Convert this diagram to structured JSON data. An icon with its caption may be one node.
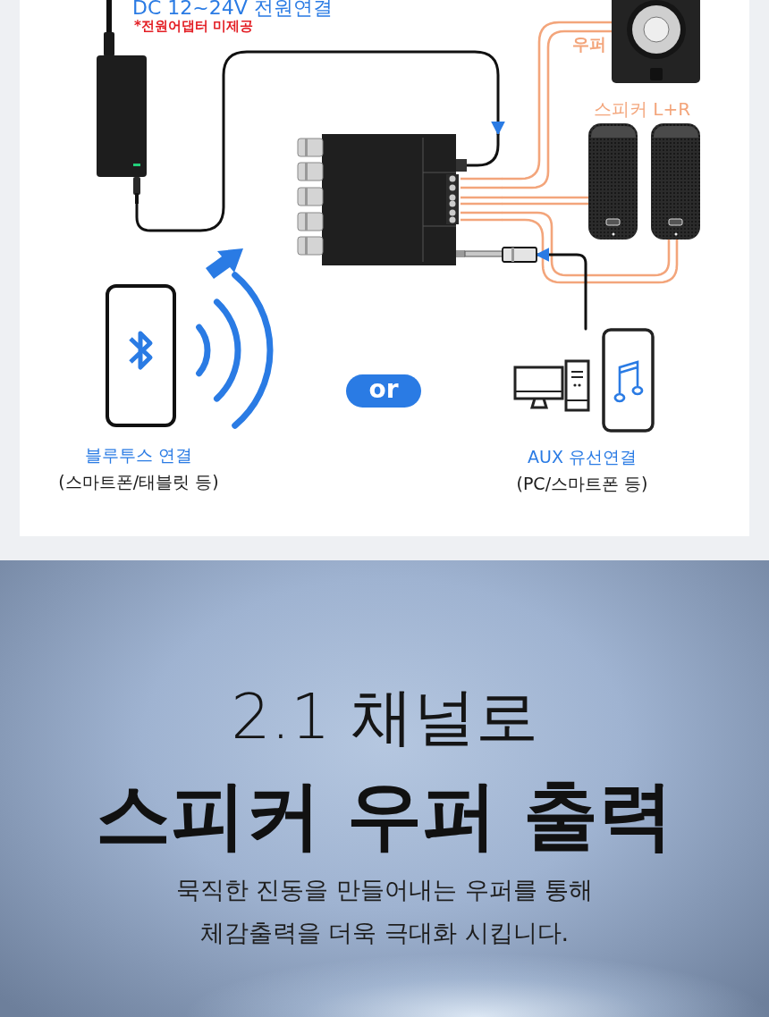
{
  "diagram": {
    "nodes": [
      {
        "text": [],
        "shape": "picture",
        "beside": [
          "DC 12~24V 전원연결",
          "*전원어댑터 미제공"
        ]
      },
      {
        "text": [],
        "shape": "picture"
      },
      {
        "text": [],
        "shape": "picture"
      },
      {
        "text": [],
        "shape": "picture",
        "beside": [
          "우퍼"
        ]
      },
      {
        "text": [],
        "shape": "picture"
      },
      {
        "text": [],
        "shape": "picture"
      },
      {
        "text": [],
        "shape": "picture",
        "beside": [
          "블루투스 연결",
          "(스마트폰/태블릿 등)"
        ]
      },
      {
        "text": [
          "or"
        ]
      },
      {
        "text": [],
        "shape": "picture"
      },
      {
        "text": [],
        "shape": "picture"
      }
    ],
    "edges": [
      {
        "from": 0,
        "to": 1,
        "arrow": "to",
        "color": "#111111"
      },
      {
        "from": 1,
        "to": 3,
        "arrow": "none"
      },
      {
        "from": 1,
        "to": 3,
        "arrow": "none"
      },
      {
        "from": 1,
        "to": 4,
        "arrow": "none"
      },
      {
        "from": 1,
        "to": 4,
        "arrow": "none"
      },
      {
        "from": 1,
        "to": 5,
        "arrow": "none"
      },
      {
        "from": 1,
        "to": 5,
        "arrow": "none"
      },
      {
        "from": null,
        "to": 2,
        "arrow": "to",
        "color": "#111111"
      }
    ],
    "labels": [
      "스피커 L+R",
      "AUX 유선연결",
      "(PC/스마트폰 등)",
      "2.1 채널로",
      "스피커 우퍼 출력",
      "묵직한 진동을 만들어내는 우퍼를 통해 체감출력을 더욱 극대화 시킵니다."
    ]
  }
}
